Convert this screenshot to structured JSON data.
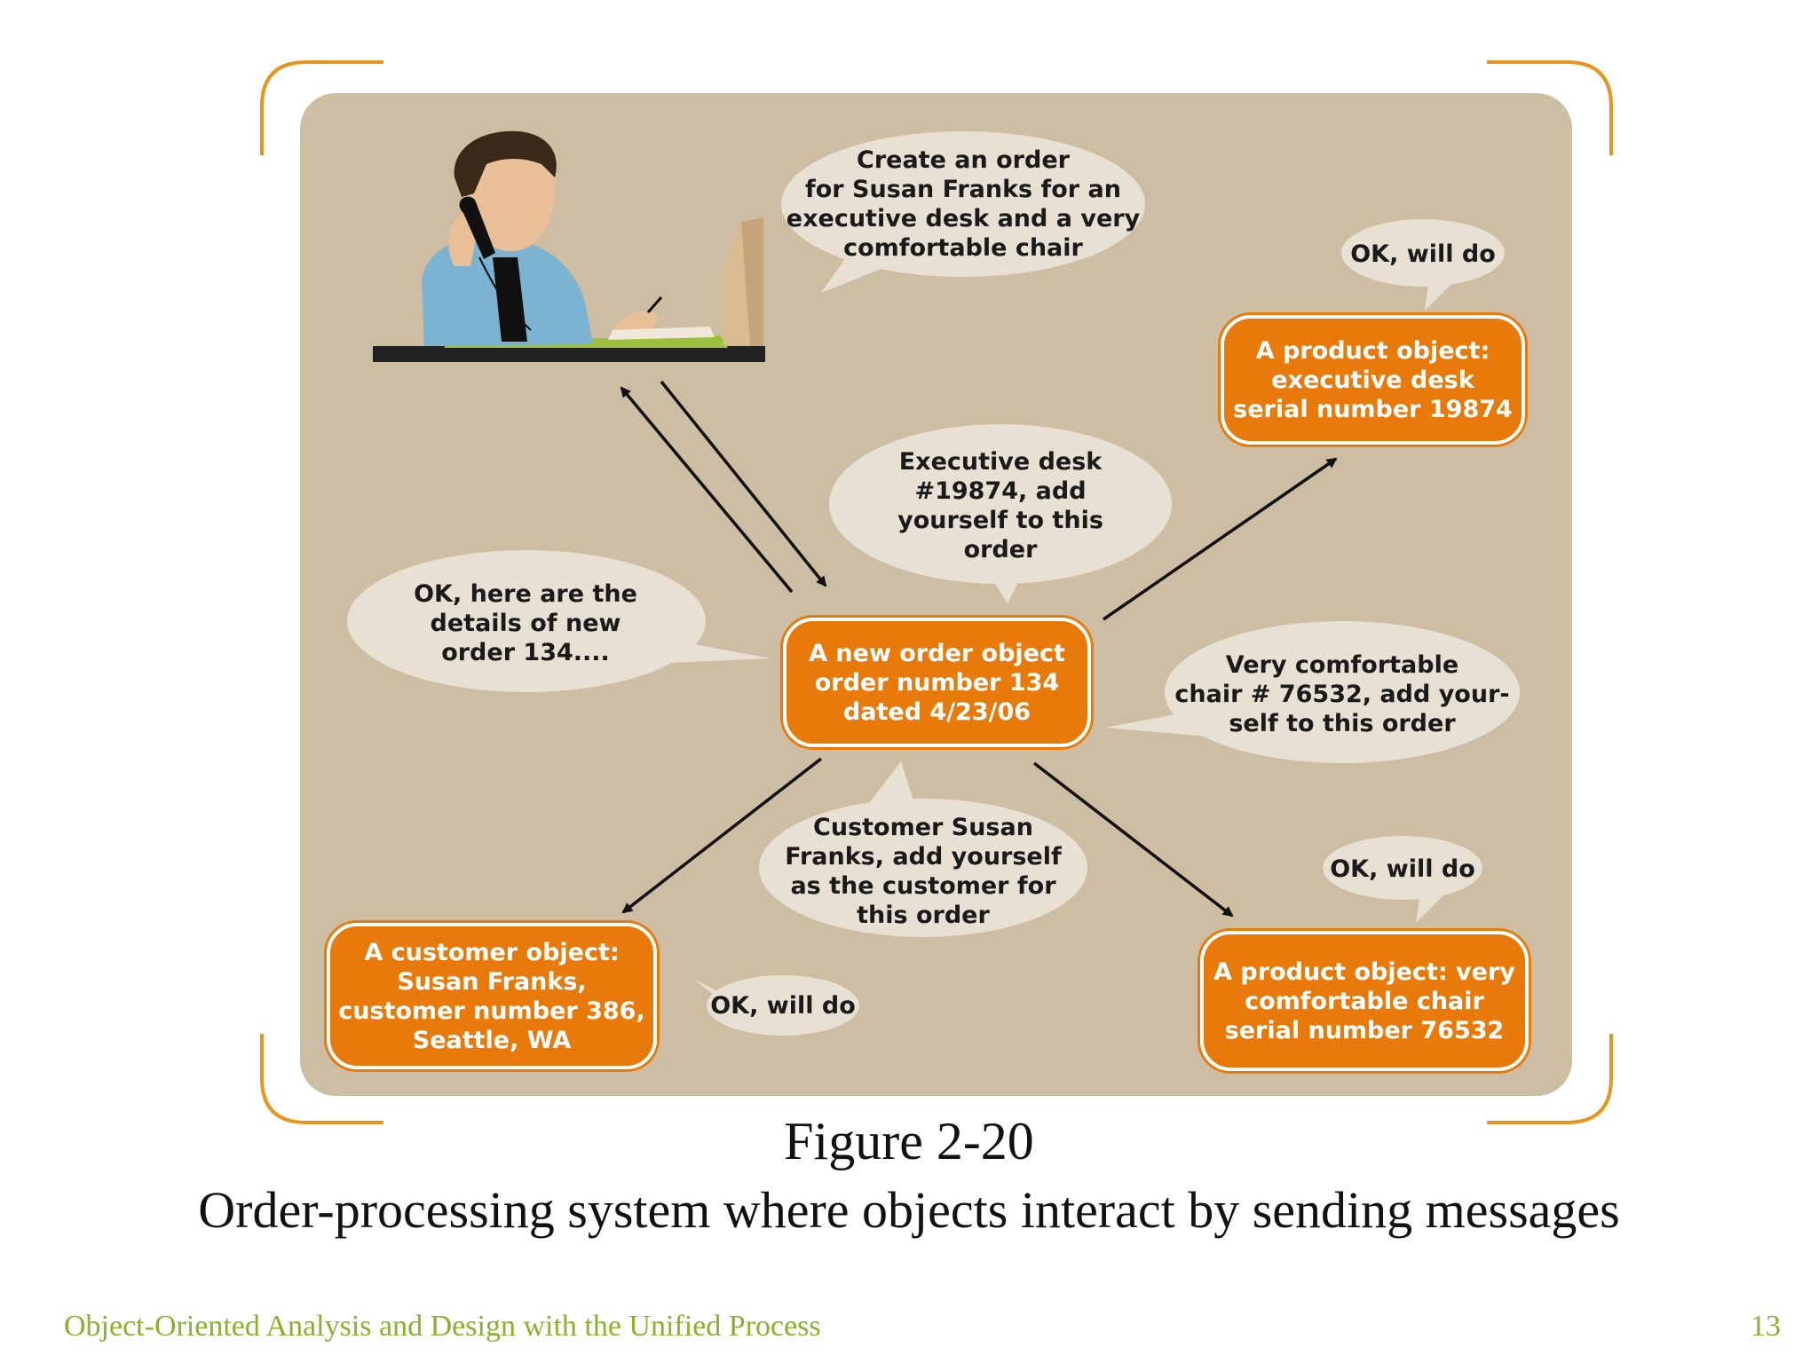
{
  "bubbles": {
    "create_order": "Create an order\nfor Susan Franks for an\nexecutive desk and a very\ncomfortable chair",
    "ok_top_right": "OK, will do",
    "executive_desk_msg": "Executive desk\n#19874, add\nyourself to this\norder",
    "ok_details": "OK, here are the\ndetails of new\norder 134....",
    "chair_msg": "Very comfortable\nchair # 76532, add your-\nself to this order",
    "customer_msg": "Customer Susan\nFranks, add yourself\nas the customer for\nthis order",
    "ok_bottom_right": "OK, will do",
    "ok_bottom_left": "OK, will do"
  },
  "boxes": {
    "product_desk": "A product object:\nexecutive desk\nserial number 19874",
    "order": "A new order object\norder number 134\ndated 4/23/06",
    "customer": "A customer object:\nSusan Franks,\ncustomer number 386,\nSeattle, WA",
    "product_chair": "A product object: very\ncomfortable chair\nserial number 76532"
  },
  "caption": {
    "figure": "Figure 2-20",
    "description": "Order-processing system where objects interact by sending messages"
  },
  "footer": {
    "title": "Object-Oriented Analysis and Design with the Unified Process",
    "page": "13"
  },
  "colors": {
    "panel": "#cdbda3",
    "bubble": "#e8e0d2",
    "box": "#e87a0b",
    "frame": "#e8951e",
    "footer": "#8ab02c"
  }
}
